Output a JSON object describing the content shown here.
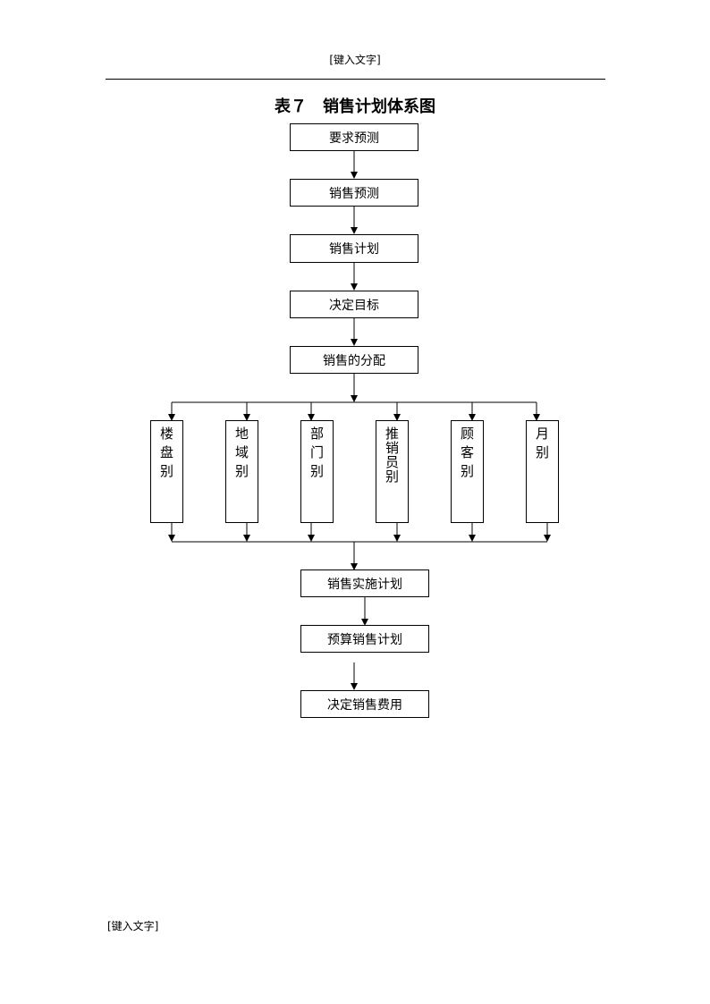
{
  "header": {
    "text": "[键入文字]"
  },
  "footer": {
    "text": "[键入文字]"
  },
  "title": "表７　销售计划体系图",
  "flow": {
    "top_steps": [
      "要求预测",
      "销售预测",
      "销售计划",
      "决定目标",
      "销售的分配"
    ],
    "categories": [
      "楼盘别",
      "地域别",
      "部门别",
      "推销员别",
      "顾客别",
      "月别"
    ],
    "bottom_steps": [
      "销售实施计划",
      "预算销售计划",
      "决定销售费用"
    ]
  }
}
